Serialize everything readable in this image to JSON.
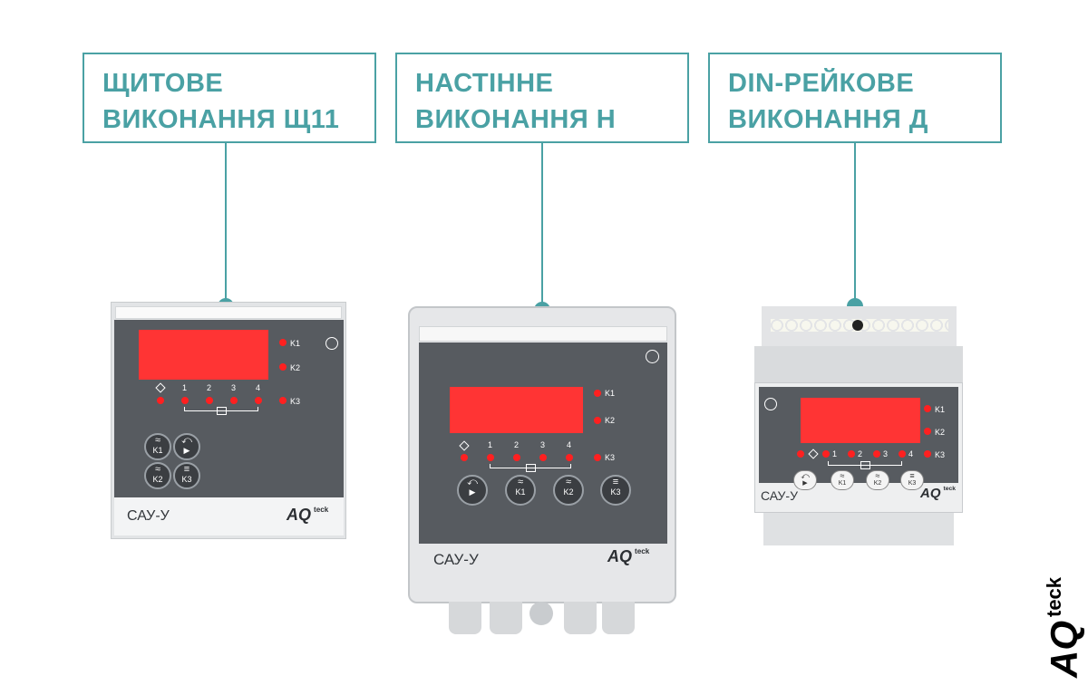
{
  "labels": [
    {
      "line1": "ЩИТОВЕ",
      "line2": "ВИКОНАННЯ Щ11"
    },
    {
      "line1": "НАСТІННЕ",
      "line2": "ВИКОНАННЯ Н"
    },
    {
      "line1": "DIN-РЕЙКОВЕ",
      "line2": "ВИКОНАННЯ Д"
    }
  ],
  "device": {
    "model": "САУ-У",
    "brand": "AQ",
    "brand_sup": "teck",
    "relays": [
      "K1",
      "K2",
      "K3"
    ],
    "channels": [
      "1",
      "2",
      "3",
      "4"
    ],
    "buttons": [
      {
        "glyph": "⤺",
        "sub": "▶"
      },
      {
        "glyph": "≈",
        "sub": "K1"
      },
      {
        "glyph": "≈",
        "sub": "K2"
      },
      {
        "glyph": "≡",
        "sub": "K3"
      }
    ]
  },
  "corner_logo": {
    "brand": "AQ",
    "sup": "teck"
  },
  "colors": {
    "accent": "#4aa1a4",
    "panel": "#575b60",
    "display": "#ff3434",
    "led": "#ff2020"
  }
}
